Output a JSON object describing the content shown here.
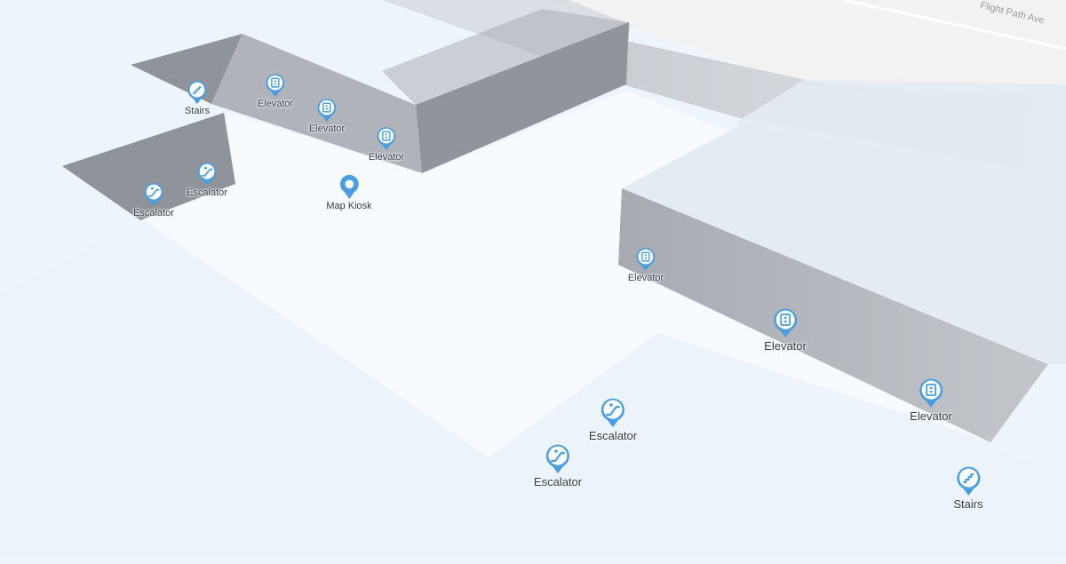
{
  "map": {
    "street_label": "Flight Path Ave",
    "colors": {
      "background": "#eef4fb",
      "floor": "#f7fbff",
      "wall_dark": "#8f949a",
      "wall_light": "#b9bdc3",
      "road": "#f1f1f1",
      "pin_blue": "#4a9ee0"
    },
    "pois": [
      {
        "id": "stairs-1",
        "label": "Stairs",
        "icon": "stairs-icon"
      },
      {
        "id": "elevator-1",
        "label": "Elevator",
        "icon": "elevator-icon"
      },
      {
        "id": "elevator-2",
        "label": "Elevator",
        "icon": "elevator-icon"
      },
      {
        "id": "elevator-3",
        "label": "Elevator",
        "icon": "elevator-icon"
      },
      {
        "id": "escalator-1",
        "label": "Escalator",
        "icon": "escalator-icon"
      },
      {
        "id": "escalator-2",
        "label": "Escalator",
        "icon": "escalator-icon"
      },
      {
        "id": "map-kiosk",
        "label": "Map Kiosk",
        "icon": "location-pin-icon"
      },
      {
        "id": "elevator-4",
        "label": "Elevator",
        "icon": "elevator-icon"
      },
      {
        "id": "elevator-5",
        "label": "Elevator",
        "icon": "elevator-icon"
      },
      {
        "id": "elevator-6",
        "label": "Elevator",
        "icon": "elevator-icon"
      },
      {
        "id": "escalator-3",
        "label": "Escalator",
        "icon": "escalator-icon"
      },
      {
        "id": "escalator-4",
        "label": "Escalator",
        "icon": "escalator-icon"
      },
      {
        "id": "stairs-2",
        "label": "Stairs",
        "icon": "stairs-icon"
      }
    ]
  }
}
